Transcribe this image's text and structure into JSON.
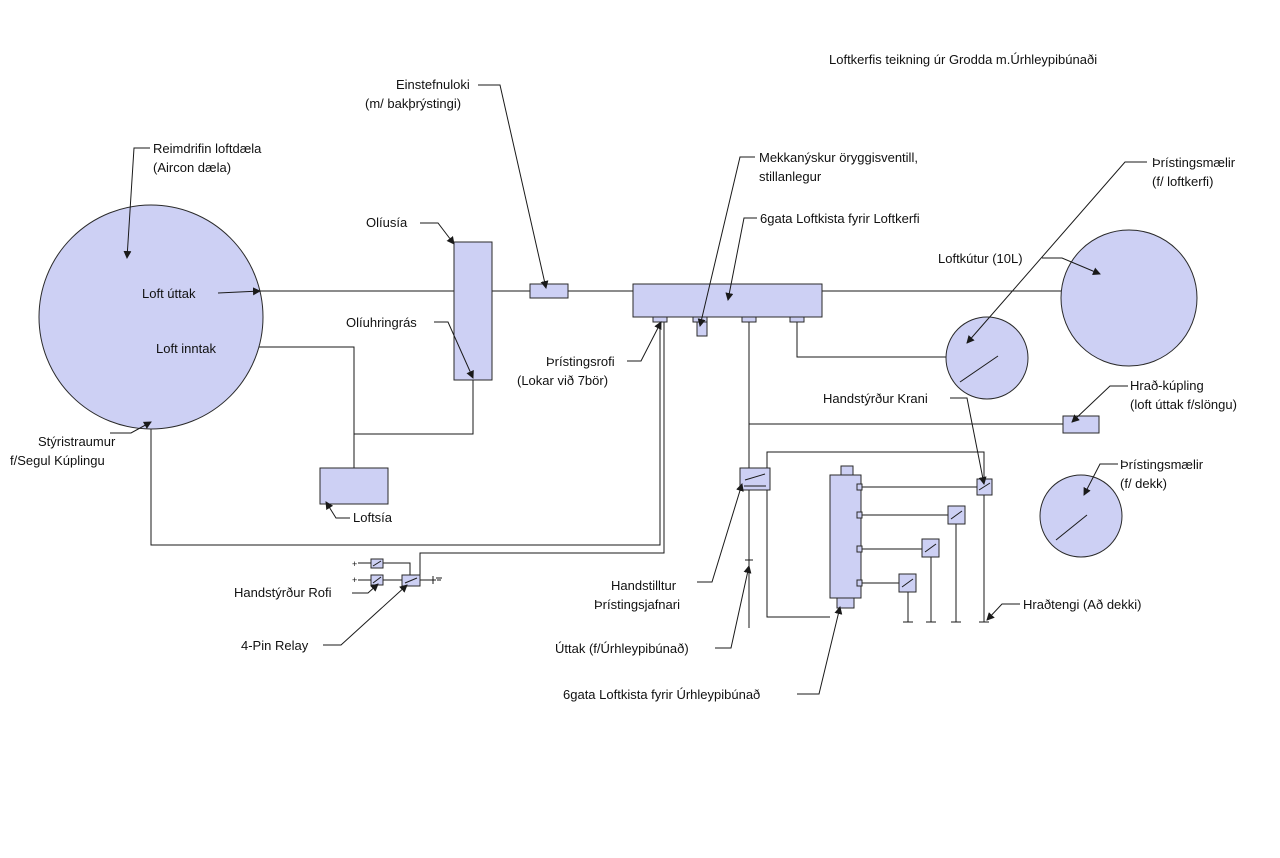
{
  "title": "Loftkerfis teikning úr Grodda m.Úrhleypibúnaði",
  "colors": {
    "component_fill": "#cdd0f4",
    "line": "#1a1a1a",
    "background": "#ffffff"
  },
  "labels": {
    "pump_line1": "Reimdrifin loftdæla",
    "pump_line2": "(Aircon dæla)",
    "air_out": "Loft úttak",
    "air_in": "Loft inntak",
    "control_current_line1": "Stýristraumur",
    "control_current_line2": "f/Segul Kúplingu",
    "oil_separator": "Olíusía",
    "oil_return": "Olíuhringrás",
    "air_filter": "Loftsía",
    "check_valve_line1": "Einstefnuloki",
    "check_valve_line2": "(m/ bakþrýstingi)",
    "safety_valve_line1": "Mekkanýskur öryggisventill,",
    "safety_valve_line2": "stillanlegur",
    "manifold_main": "6gata Loftkista fyrir Loftkerfi",
    "pressure_switch_line1": "Þrístingsrofi",
    "pressure_switch_line2": "(Lokar við 7bör)",
    "gauge_system_line1": "Þrístingsmælir",
    "gauge_system_line2": "(f/ loftkerfi)",
    "tank": "Loftkútur (10L)",
    "quick_coupler_line1": "Hrað-kúpling",
    "quick_coupler_line2": "(loft úttak f/slöngu)",
    "manual_valve": "Handstýrður Krani",
    "gauge_tire_line1": "Þrístingsmælir",
    "gauge_tire_line2": "(f/ dekk)",
    "quick_connectors": "Hraðtengi (Að dekki)",
    "manual_switch": "Handstýrður Rofi",
    "relay": "4-Pin Relay",
    "pressure_regulator_line1": "Handstilltur",
    "pressure_regulator_line2": "Þrístingsjafnari",
    "outlet_deflation": "Úttak (f/Úrhleypibúnað)",
    "manifold_deflation": "6gata Loftkista fyrir Úrhleypibúnað",
    "plus_1": "+",
    "plus_2": "+"
  }
}
